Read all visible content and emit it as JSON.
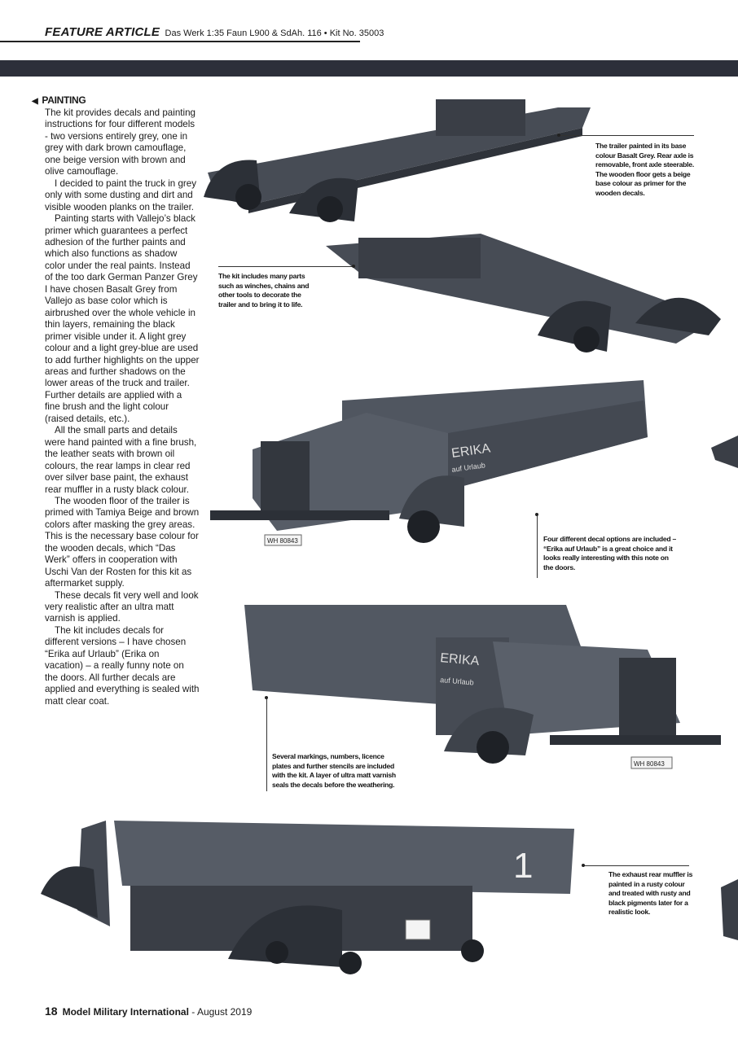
{
  "header": {
    "section": "FEATURE ARTICLE",
    "subtitle": "Das Werk 1:35 Faun L900 & SdAh. 116 • Kit No. 35003"
  },
  "colors": {
    "band": "#2c2f3a",
    "model_grey": "#4a4f57",
    "text": "#1a1a1a"
  },
  "article": {
    "heading": "PAINTING",
    "heading_icon": "left-triangle-icon",
    "paragraphs": [
      "The kit provides decals and painting instructions for four different models - two versions entirely grey, one in grey with dark brown camouflage, one beige version with brown and olive camouflage.",
      "I decided to paint the truck in grey only with some dusting and dirt and visible wooden planks on the trailer.",
      "Painting starts with Vallejo’s black primer which guarantees a perfect adhesion of the further paints and which also functions as shadow color under the real paints. Instead of the too dark German Panzer Grey I have chosen Basalt Grey from Vallejo as base color which is airbrushed over the whole vehicle in thin layers, remaining the black primer visible under it. A light grey colour and a light grey-blue are used to add further highlights on the upper areas and further shadows on the lower areas of the truck and trailer. Further details are applied with a fine brush and the light colour (raised details, etc.).",
      "All the small parts and details were hand painted with a fine brush, the leather seats with brown oil colours, the rear lamps in clear red over silver base paint, the exhaust rear muffler in a rusty black colour.",
      "The wooden floor of the trailer is primed with Tamiya Beige and brown colors after masking the grey areas. This is the necessary base colour for the wooden decals, which “Das Werk” offers in cooperation with Uschi Van der Rosten for this kit as aftermarket supply.",
      "These decals fit very well and look very realistic after an ultra matt varnish is applied.",
      "The kit includes decals for different versions – I have chosen “Erika auf Urlaub” (Erika on vacation) – a really funny note on the doors. All further decals are applied and everything is sealed with matt clear coat."
    ]
  },
  "captions": [
    "The trailer painted in its base colour Basalt Grey. Rear axle is removable, front axle steerable. The wooden floor gets a beige base colour as primer for the wooden decals.",
    "The kit includes many parts such as winches, chains and other tools to decorate the trailer and to bring it to life.",
    "Four different decal options are included – “Erika auf Urlaub” is a great choice and it looks really interesting with this note on the doors.",
    "Several markings, numbers, licence plates and further stencils are included with the kit. A layer of ultra matt varnish seals the decals before the weathering.",
    "The exhaust rear muffler is painted in a rusty colour and treated with rusty and black pigments later for a realistic look."
  ],
  "photo_lettering": {
    "door_decal": "ERIKA auf Urlaub",
    "plate": "WH 80843",
    "tailgate_number": "1"
  },
  "footer": {
    "page_number": "18",
    "magazine": "Model Military International",
    "issue": " - August 2019"
  }
}
